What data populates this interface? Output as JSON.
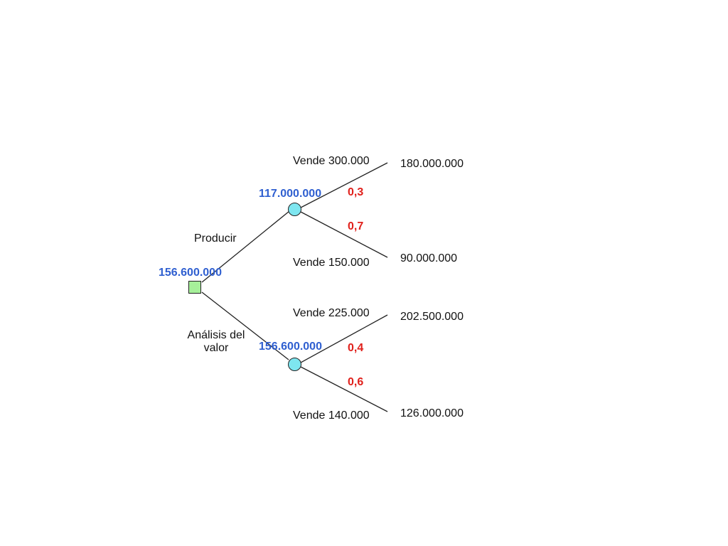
{
  "colors": {
    "value": "#2f5fd0",
    "probability": "#e0201b",
    "decision_fill": "#a6f09a",
    "chance_fill": "#7ee6f0",
    "line": "#222222"
  },
  "decision_node": {
    "value": "156.600.000"
  },
  "branches": {
    "producir": {
      "label": "Producir",
      "chance_value": "117.000.000",
      "outcomes": [
        {
          "label": "Vende 300.000",
          "probability": "0,3",
          "payoff": "180.000.000"
        },
        {
          "label": "Vende 150.000",
          "probability": "0,7",
          "payoff": "90.000.000"
        }
      ]
    },
    "analisis": {
      "label_line1": "Análisis del",
      "label_line2": "valor",
      "chance_value": "156.600.000",
      "outcomes": [
        {
          "label": "Vende 225.000",
          "probability": "0,4",
          "payoff": "202.500.000"
        },
        {
          "label": "Vende 140.000",
          "probability": "0,6",
          "payoff": "126.000.000"
        }
      ]
    }
  }
}
